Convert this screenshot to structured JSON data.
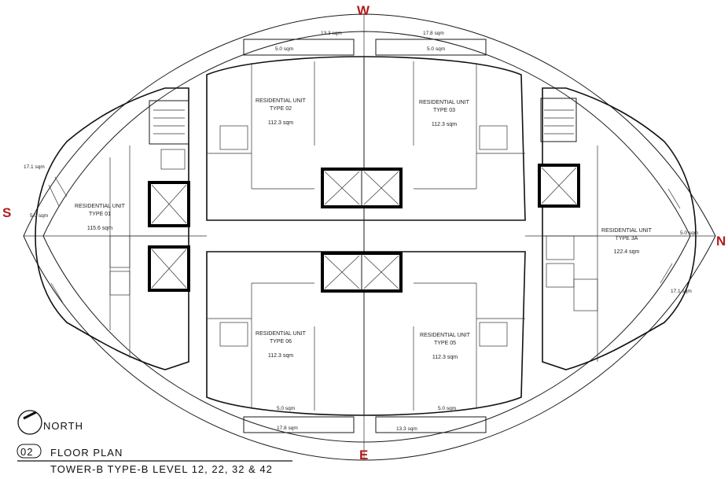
{
  "compass": {
    "w": "W",
    "e": "E",
    "s": "S",
    "n": "N"
  },
  "units": [
    {
      "name": "RESIDENTIAL UNIT",
      "type": "TYPE 01",
      "area": "115.6 sqm"
    },
    {
      "name": "RESIDENTIAL UNIT",
      "type": "TYPE 02",
      "area": "112.3 sqm"
    },
    {
      "name": "RESIDENTIAL UNIT",
      "type": "TYPE 03",
      "area": "112.3 sqm"
    },
    {
      "name": "RESIDENTIAL UNIT",
      "type": "TYPE 3A",
      "area": "122.4 sqm"
    },
    {
      "name": "RESIDENTIAL UNIT",
      "type": "TYPE 05",
      "area": "112.3 sqm"
    },
    {
      "name": "RESIDENTIAL UNIT",
      "type": "TYPE 06",
      "area": "112.3 sqm"
    }
  ],
  "balconies": {
    "top_left_outer": "13.3 sqm",
    "top_left_inner": "5.0 sqm",
    "top_right_outer": "17.8 sqm",
    "top_right_inner": "5.0 sqm",
    "bottom_left_inner": "5.0 sqm",
    "bottom_left_outer": "17.8 sqm",
    "bottom_right_inner": "5.0 sqm",
    "bottom_right_outer": "13.3 sqm",
    "west_outer": "17.1 sqm",
    "west_inner": "5.0 sqm",
    "east_inner": "5.0 sqm",
    "east_outer": "17.1 sqm"
  },
  "legend": {
    "north_label": "NORTH",
    "drawing_number": "02",
    "title": "FLOOR PLAN",
    "subtitle": "TOWER-B TYPE-B LEVEL 12, 22, 32 & 42"
  },
  "colors": {
    "compass": "#b31b1b",
    "lines": "#1a1a1a"
  }
}
